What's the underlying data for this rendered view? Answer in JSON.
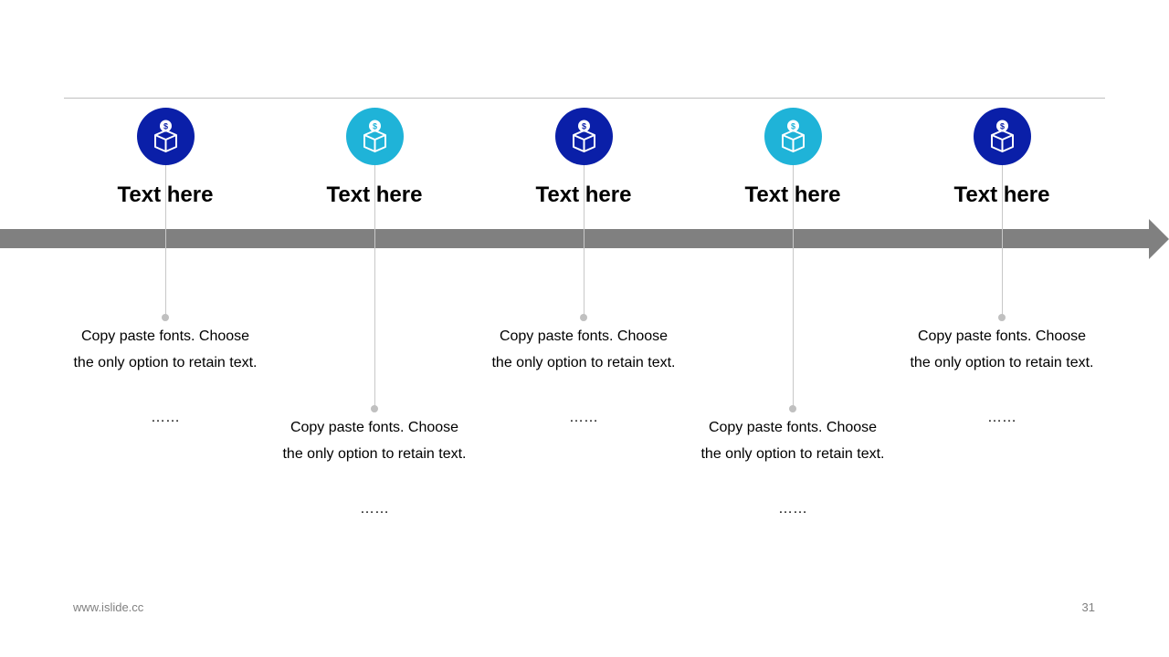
{
  "colors": {
    "dark_blue": "#0a1fa8",
    "light_blue": "#1fb3d8",
    "arrow_gray": "#808080",
    "rule_gray": "#bfbfbf"
  },
  "milestones": [
    {
      "title": "Text here",
      "line1": "Copy paste fonts. Choose",
      "line2": "the only option to retain text.",
      "ellipsis": "……",
      "icon": "money-box-icon",
      "color": "dark_blue",
      "position": "upper"
    },
    {
      "title": "Text here",
      "line1": "Copy paste fonts. Choose",
      "line2": "the only option to retain text.",
      "ellipsis": "……",
      "icon": "money-box-icon",
      "color": "light_blue",
      "position": "lower"
    },
    {
      "title": "Text here",
      "line1": "Copy paste fonts. Choose",
      "line2": "the only option to retain text.",
      "ellipsis": "……",
      "icon": "money-box-icon",
      "color": "dark_blue",
      "position": "upper"
    },
    {
      "title": "Text here",
      "line1": "Copy paste fonts. Choose",
      "line2": "the only option to retain text.",
      "ellipsis": "……",
      "icon": "money-box-icon",
      "color": "light_blue",
      "position": "lower"
    },
    {
      "title": "Text here",
      "line1": "Copy paste fonts. Choose",
      "line2": "the only option to retain text.",
      "ellipsis": "……",
      "icon": "money-box-icon",
      "color": "dark_blue",
      "position": "upper"
    }
  ],
  "footer": {
    "url": "www.islide.cc",
    "page_number": "31"
  }
}
